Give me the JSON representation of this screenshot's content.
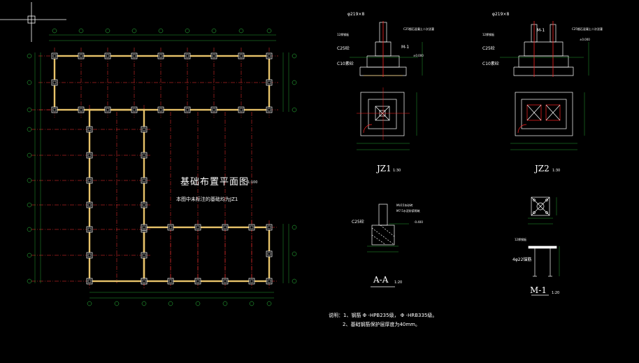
{
  "colors": {
    "background": "#000000",
    "wall": "#e8c36a",
    "axis": "#ff3333",
    "dimension": "#2ecc40",
    "text": "#ffffff",
    "column": "#ffffff",
    "rebar": "#ff2222"
  },
  "plan": {
    "title": "基础布置平面图",
    "title_scale": "1:100",
    "note": "本图中未标注的基础均为JZ1"
  },
  "detail_jz1": {
    "title": "JZ1",
    "scale": "1:30",
    "label_pipe": "φ219×8",
    "label_rebar": "12厚钢板",
    "label_concrete_grout": "C25细石混凝土二次浇灌",
    "label_c25": "C25砼",
    "label_c10": "C10素砼",
    "label_m1": "M-1",
    "label_elev": "±0.000"
  },
  "detail_jz2": {
    "title": "JZ2",
    "scale": "1:30",
    "label_pipe": "φ219×8",
    "label_rebar": "12厚钢板",
    "label_concrete_grout": "C25细石混凝土二次浇灌",
    "label_c25": "C25砼",
    "label_c10": "C10素砼",
    "label_m1": "M-1",
    "label_elev": "±0.000"
  },
  "detail_aa": {
    "title": "A-A",
    "scale": "1:20",
    "label_c25": "C25砼",
    "label_wall": "MU15灰砂砖",
    "label_mortar": "M7.5水泥砂浆砌筑",
    "label_elev": "-0.400"
  },
  "detail_m1": {
    "title": "M-1",
    "scale": "1:20",
    "label_plate": "12厚钢板",
    "label_anchor": "4φ22锚筋"
  },
  "notes": {
    "line1": "说明：1、钢筋 Φ -HPB235级， Φ -HRB335级。",
    "line2": "2、基础钢筋保护层厚度为40mm。"
  }
}
